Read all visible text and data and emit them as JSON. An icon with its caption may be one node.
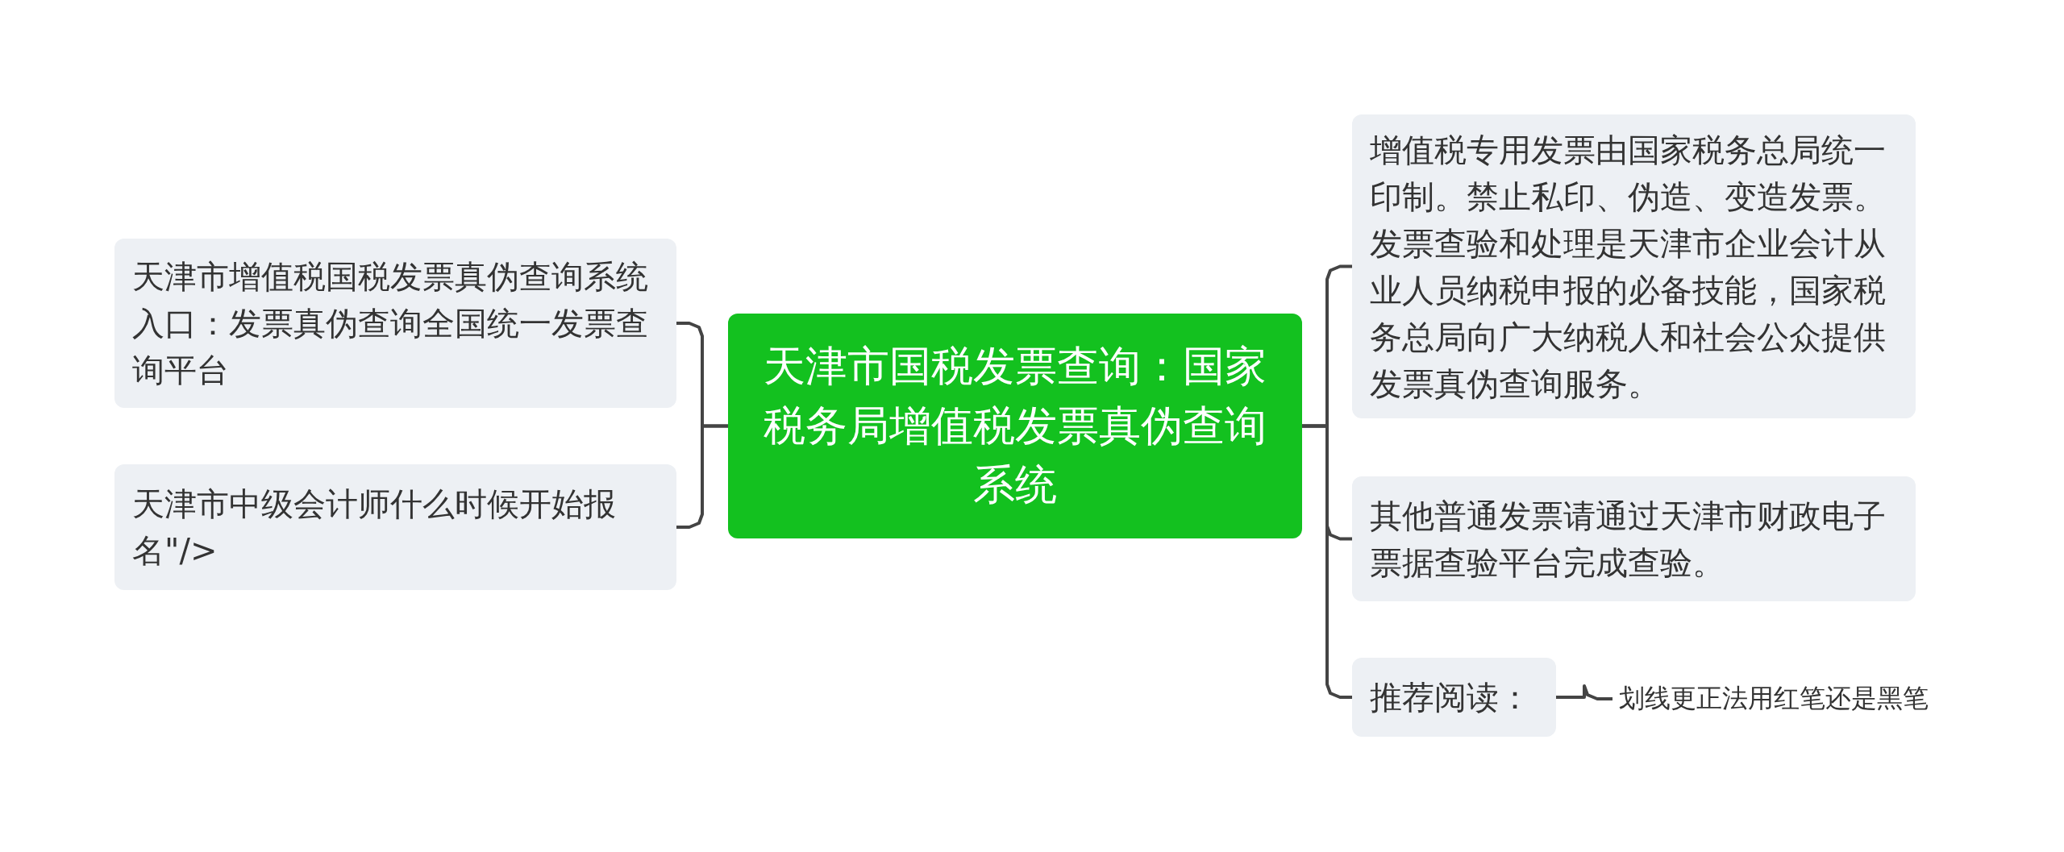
{
  "diagram": {
    "nodes": [
      {
        "text": [
          "天津市国税发票查询：国家税务局增值税发票真伪查询系统"
        ]
      },
      {
        "text": [
          "天津市增值税国税发票真伪查询系统入口：发票真伪查询全国统一发票查询平台"
        ]
      },
      {
        "text": [
          "天津市中级会计师什么时候开始报名\"/>"
        ]
      },
      {
        "text": [
          "增值税专用发票由国家税务总局统一印制。禁止私印、伪造、变造发票。发票查验和处理是天津市企业会计从业人员纳税申报的必备技能，国家税务总局向广大纳税人和社会公众提供发票真伪查询服务。"
        ]
      },
      {
        "text": [
          "其他普通发票请通过天津市财政电子票据查验平台完成查验。"
        ]
      },
      {
        "text": [
          "推荐阅读："
        ]
      },
      {
        "text": [
          "划线更正法用红笔还是黑笔"
        ]
      }
    ],
    "edges": [
      {
        "from": 0,
        "to": 1,
        "arrow": "none"
      },
      {
        "from": 0,
        "to": 2,
        "arrow": "none"
      },
      {
        "from": 0,
        "to": 3,
        "arrow": "none"
      },
      {
        "from": 0,
        "to": 4,
        "arrow": "none"
      },
      {
        "from": 0,
        "to": 5,
        "arrow": "none"
      },
      {
        "from": 5,
        "to": 6,
        "arrow": "none"
      }
    ]
  }
}
